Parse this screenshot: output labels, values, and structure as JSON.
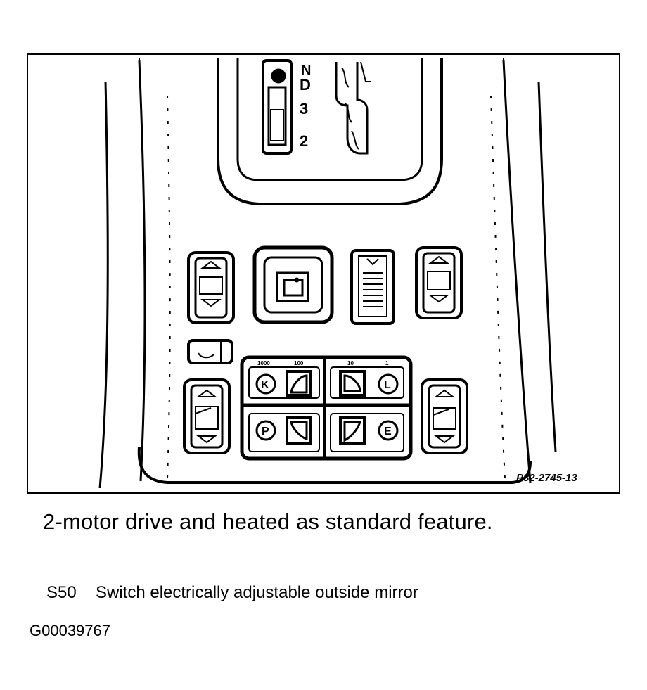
{
  "diagram": {
    "reference_code": "P82-2745-13",
    "gear_positions": [
      "N",
      "D",
      "3",
      "2"
    ],
    "button_labels": {
      "k": "K",
      "l": "L",
      "p": "P",
      "e": "E"
    },
    "small_labels": [
      "1000",
      "100",
      "10",
      "1"
    ]
  },
  "caption": "2-motor drive and heated as standard feature.",
  "legend": [
    {
      "code": "S50",
      "description": "Switch electrically adjustable outside mirror"
    }
  ],
  "image_id": "G00039767"
}
